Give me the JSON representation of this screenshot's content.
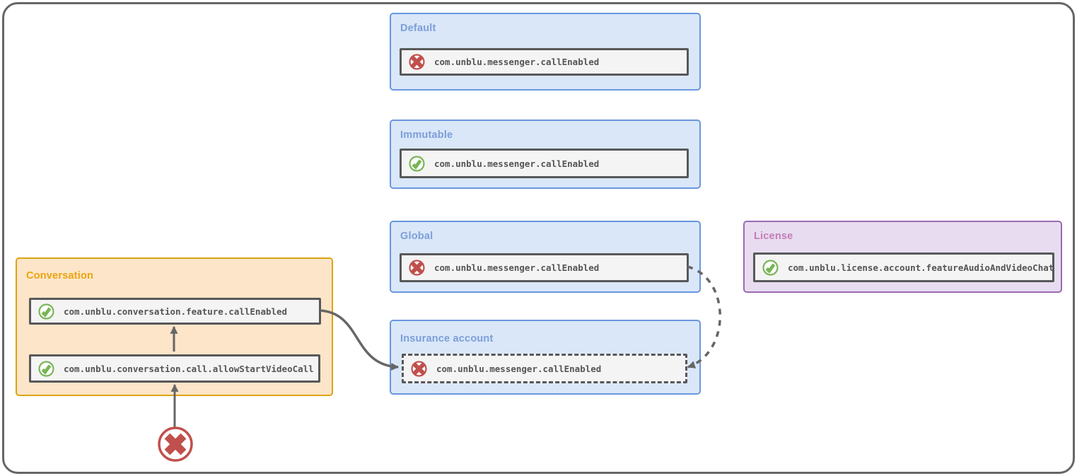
{
  "groups": {
    "default": {
      "label": "Default",
      "property": {
        "icon": "cross-circle-icon",
        "text": "com.unblu.messenger.callEnabled"
      }
    },
    "immutable": {
      "label": "Immutable",
      "property": {
        "icon": "check-circle-icon",
        "text": "com.unblu.messenger.callEnabled"
      }
    },
    "global": {
      "label": "Global",
      "property": {
        "icon": "cross-circle-icon",
        "text": "com.unblu.messenger.callEnabled"
      }
    },
    "insurance": {
      "label": "Insurance account",
      "property": {
        "icon": "cross-circle-icon",
        "text": "com.unblu.messenger.callEnabled",
        "style": "dashed"
      }
    },
    "license": {
      "label": "License",
      "property": {
        "icon": "check-circle-icon",
        "text": "com.unblu.license.account.featureAudioAndVideoChat"
      }
    },
    "conversation": {
      "label": "Conversation",
      "properties": [
        {
          "icon": "check-circle-icon",
          "text": "com.unblu.conversation.feature.callEnabled"
        },
        {
          "icon": "check-circle-icon",
          "text": "com.unblu.conversation.call.allowStartVideoCall"
        }
      ]
    }
  },
  "connectors": {
    "conversation_internal": "arrow from allowStartVideoCall up to feature.callEnabled",
    "blocked_source": "arrow from red cross node up to allowStartVideoCall",
    "conversation_to_insurance": "solid curved arrow from conversation feature.callEnabled to insurance account property",
    "global_to_insurance": "dashed curved arrow from global property to insurance account property"
  },
  "colors": {
    "frame": "#666666",
    "arrow": "#666666",
    "blue_fill": "#d9e7f9",
    "blue_border": "#6a97dd",
    "blue_label": "#7d9ed8",
    "orange_fill": "#fce5c8",
    "orange_border": "#dda414",
    "orange_label": "#eaa40e",
    "purple_fill": "#e8dcf0",
    "purple_border": "#9b6ab4",
    "purple_label": "#c47cb7",
    "prop_fill": "#f4f4f4",
    "prop_border": "#58585a",
    "code_text": "#555555",
    "cross_red": "#c0504d",
    "check_green": "#79b556"
  }
}
